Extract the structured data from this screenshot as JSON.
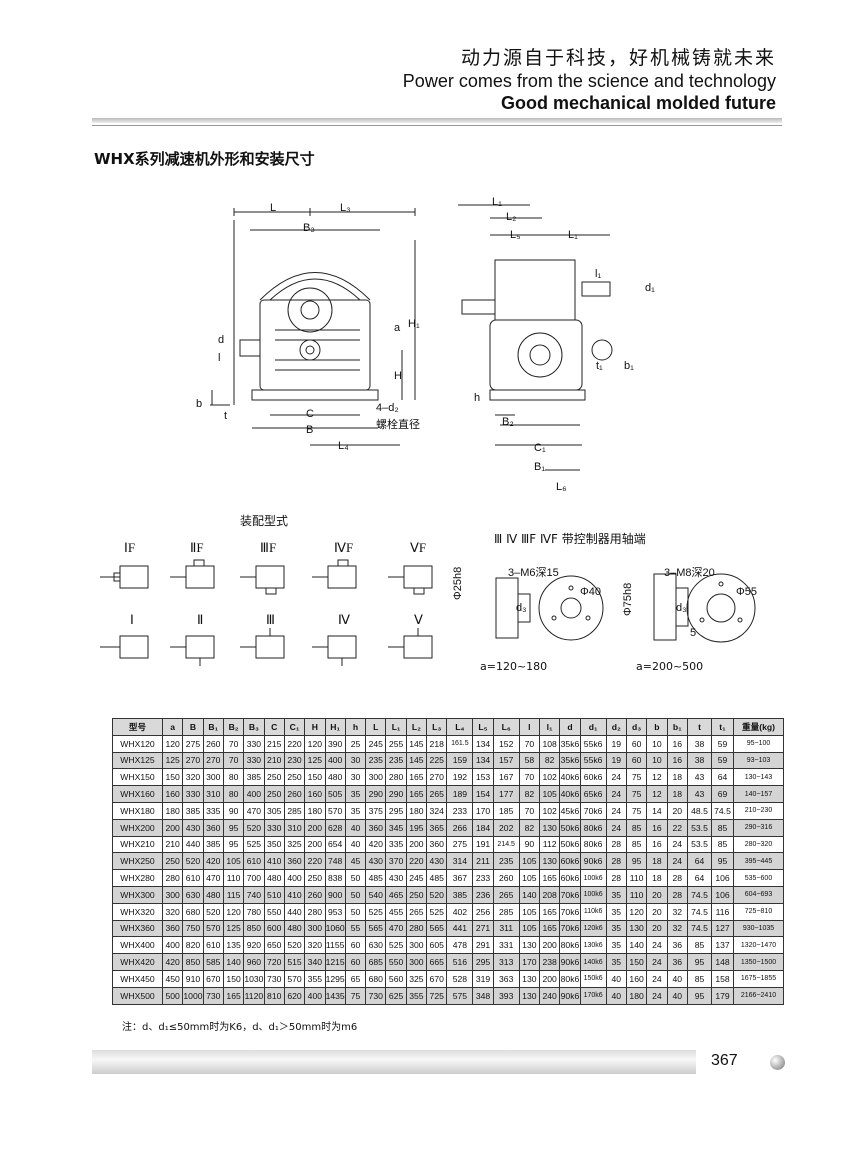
{
  "header": {
    "cn": "动力源自于科技，好机械铸就未来",
    "en1": "Power comes from the science and technology",
    "en2": "Good mechanical molded future"
  },
  "title": "WHX系列减速机外形和安装尺寸",
  "labels": {
    "L": "L",
    "L3": "L₃",
    "B3": "B₃",
    "d": "d",
    "l": "l",
    "a": "a",
    "H1": "H₁",
    "H": "H",
    "b": "b",
    "t": "t",
    "C": "C",
    "B": "B",
    "L4": "L₄",
    "bolt": "4–d₂",
    "bolt2": "螺栓直径",
    "L1": "L₁",
    "L2": "L₂",
    "L5": "L₅",
    "L1b": "L₁",
    "l1": "l₁",
    "d1": "d₁",
    "t1": "t₁",
    "b1": "b₁",
    "h": "h",
    "B2": "B₂",
    "C1": "C₁",
    "B1": "B₁",
    "L6": "L₆"
  },
  "mounting": {
    "title": "装配型式",
    "row1": [
      "ⅠF",
      "ⅡF",
      "ⅢF",
      "ⅣF",
      "ⅤF"
    ],
    "row2": [
      "Ⅰ",
      "Ⅱ",
      "Ⅲ",
      "Ⅳ",
      "Ⅴ"
    ]
  },
  "control": {
    "title": "Ⅲ Ⅳ ⅢF ⅣF 带控制器用轴端",
    "m6": "3–M6深15",
    "m8": "3–M8深20",
    "d40": "Φ40",
    "d55": "Φ55",
    "d25": "Φ25h8",
    "d75": "Φ75h8",
    "d3a": "d₃",
    "d3b": "d₃",
    "five": "5",
    "a1": "a=120~180",
    "a2": "a=200~500"
  },
  "table": {
    "headers": [
      "型号",
      "a",
      "B",
      "B₁",
      "B₂",
      "B₃",
      "C",
      "C₁",
      "H",
      "H₁",
      "h",
      "L",
      "L₁",
      "L₂",
      "L₃",
      "L₄",
      "L₅",
      "L₆",
      "l",
      "l₁",
      "d",
      "d₁",
      "d₂",
      "d₃",
      "b",
      "b₁",
      "t",
      "t₁",
      "重量(kg)"
    ],
    "rows": [
      [
        "WHX120",
        "120",
        "275",
        "260",
        "70",
        "330",
        "215",
        "220",
        "120",
        "390",
        "25",
        "245",
        "255",
        "145",
        "218",
        "161.5",
        "134",
        "152",
        "70",
        "108",
        "35k6",
        "55k6",
        "19",
        "60",
        "10",
        "16",
        "38",
        "59",
        "95~100"
      ],
      [
        "WHX125",
        "125",
        "270",
        "270",
        "70",
        "330",
        "210",
        "230",
        "125",
        "400",
        "30",
        "235",
        "235",
        "145",
        "225",
        "159",
        "134",
        "157",
        "58",
        "82",
        "35k6",
        "55k6",
        "19",
        "60",
        "10",
        "16",
        "38",
        "59",
        "93~103"
      ],
      [
        "WHX150",
        "150",
        "320",
        "300",
        "80",
        "385",
        "250",
        "250",
        "150",
        "480",
        "30",
        "300",
        "280",
        "165",
        "270",
        "192",
        "153",
        "167",
        "70",
        "102",
        "40k6",
        "60k6",
        "24",
        "75",
        "12",
        "18",
        "43",
        "64",
        "130~143"
      ],
      [
        "WHX160",
        "160",
        "330",
        "310",
        "80",
        "400",
        "250",
        "260",
        "160",
        "505",
        "35",
        "290",
        "290",
        "165",
        "265",
        "189",
        "154",
        "177",
        "82",
        "105",
        "40k6",
        "65k6",
        "24",
        "75",
        "12",
        "18",
        "43",
        "69",
        "140~157"
      ],
      [
        "WHX180",
        "180",
        "385",
        "335",
        "90",
        "470",
        "305",
        "285",
        "180",
        "570",
        "35",
        "375",
        "295",
        "180",
        "324",
        "233",
        "170",
        "185",
        "70",
        "102",
        "45k6",
        "70k6",
        "24",
        "75",
        "14",
        "20",
        "48.5",
        "74.5",
        "210~230"
      ],
      [
        "WHX200",
        "200",
        "430",
        "360",
        "95",
        "520",
        "330",
        "310",
        "200",
        "628",
        "40",
        "360",
        "345",
        "195",
        "365",
        "266",
        "184",
        "202",
        "82",
        "130",
        "50k6",
        "80k6",
        "24",
        "85",
        "16",
        "22",
        "53.5",
        "85",
        "290~316"
      ],
      [
        "WHX210",
        "210",
        "440",
        "385",
        "95",
        "525",
        "350",
        "325",
        "200",
        "654",
        "40",
        "420",
        "335",
        "200",
        "360",
        "275",
        "191",
        "214.5",
        "90",
        "112",
        "50k6",
        "80k6",
        "28",
        "85",
        "16",
        "24",
        "53.5",
        "85",
        "280~320"
      ],
      [
        "WHX250",
        "250",
        "520",
        "420",
        "105",
        "610",
        "410",
        "360",
        "220",
        "748",
        "45",
        "430",
        "370",
        "220",
        "430",
        "314",
        "211",
        "235",
        "105",
        "130",
        "60k6",
        "90k6",
        "28",
        "95",
        "18",
        "24",
        "64",
        "95",
        "395~445"
      ],
      [
        "WHX280",
        "280",
        "610",
        "470",
        "110",
        "700",
        "480",
        "400",
        "250",
        "838",
        "50",
        "485",
        "430",
        "245",
        "485",
        "367",
        "233",
        "260",
        "105",
        "165",
        "60k6",
        "100k6",
        "28",
        "110",
        "18",
        "28",
        "64",
        "106",
        "535~600"
      ],
      [
        "WHX300",
        "300",
        "630",
        "480",
        "115",
        "740",
        "510",
        "410",
        "260",
        "900",
        "50",
        "540",
        "465",
        "250",
        "520",
        "385",
        "236",
        "265",
        "140",
        "208",
        "70k6",
        "100k6",
        "35",
        "110",
        "20",
        "28",
        "74.5",
        "106",
        "604~693"
      ],
      [
        "WHX320",
        "320",
        "680",
        "520",
        "120",
        "780",
        "550",
        "440",
        "280",
        "953",
        "50",
        "525",
        "455",
        "265",
        "525",
        "402",
        "256",
        "285",
        "105",
        "165",
        "70k6",
        "110k6",
        "35",
        "120",
        "20",
        "32",
        "74.5",
        "116",
        "725~810"
      ],
      [
        "WHX360",
        "360",
        "750",
        "570",
        "125",
        "850",
        "600",
        "480",
        "300",
        "1060",
        "55",
        "565",
        "470",
        "280",
        "565",
        "441",
        "271",
        "311",
        "105",
        "165",
        "70k6",
        "120k6",
        "35",
        "130",
        "20",
        "32",
        "74.5",
        "127",
        "930~1035"
      ],
      [
        "WHX400",
        "400",
        "820",
        "610",
        "135",
        "920",
        "650",
        "520",
        "320",
        "1155",
        "60",
        "630",
        "525",
        "300",
        "605",
        "478",
        "291",
        "331",
        "130",
        "200",
        "80k6",
        "130k6",
        "35",
        "140",
        "24",
        "36",
        "85",
        "137",
        "1320~1470"
      ],
      [
        "WHX420",
        "420",
        "850",
        "585",
        "140",
        "960",
        "720",
        "515",
        "340",
        "1215",
        "60",
        "685",
        "550",
        "300",
        "665",
        "516",
        "295",
        "313",
        "170",
        "238",
        "90k6",
        "140k6",
        "35",
        "150",
        "24",
        "36",
        "95",
        "148",
        "1350~1500"
      ],
      [
        "WHX450",
        "450",
        "910",
        "670",
        "150",
        "1030",
        "730",
        "570",
        "355",
        "1295",
        "65",
        "680",
        "560",
        "325",
        "670",
        "528",
        "319",
        "363",
        "130",
        "200",
        "80k6",
        "150k6",
        "40",
        "160",
        "24",
        "40",
        "85",
        "158",
        "1675~1855"
      ],
      [
        "WHX500",
        "500",
        "1000",
        "730",
        "165",
        "1120",
        "810",
        "620",
        "400",
        "1435",
        "75",
        "730",
        "625",
        "355",
        "725",
        "575",
        "348",
        "393",
        "130",
        "240",
        "90k6",
        "170k6",
        "40",
        "180",
        "24",
        "40",
        "95",
        "179",
        "2166~2410"
      ]
    ]
  },
  "note": "注：d、d₁≤50mm时为K6，d、d₁＞50mm时为m6",
  "page_number": "367"
}
